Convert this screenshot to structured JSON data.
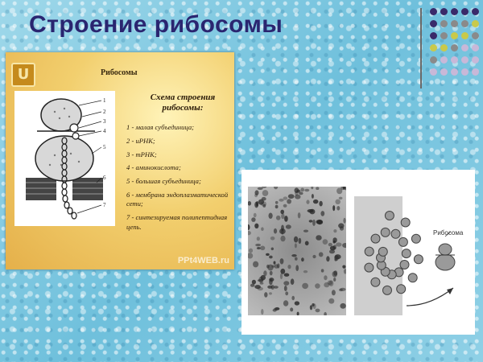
{
  "title": "Строение рибосомы",
  "slide": {
    "logo_glyph": "U",
    "heading": "Рибосомы",
    "watermark": "PPt4WEB.ru",
    "schema_title_line1": "Схема строения",
    "schema_title_line2": "рибосомы:",
    "diagram_labels": [
      "1",
      "2",
      "3",
      "4",
      "5",
      "6",
      "7"
    ],
    "legend": [
      "1 - малая субъединица;",
      "2 - иРНК;",
      "3 - тРНК;",
      "4 - аминокислота;",
      "5 - большая субъединица;",
      "6 - мембрана эндоплазматической сети;",
      "7 - синтезируемая полипептидная цепь."
    ]
  },
  "photo": {
    "ribosome_label": "Рибосома"
  },
  "colors": {
    "title": "#2a2570",
    "accent_dark": "#3a2a6a",
    "accent_gray": "#8a8a8a",
    "accent_olive": "#c9c94a",
    "accent_lavender": "#c8b8d8"
  }
}
